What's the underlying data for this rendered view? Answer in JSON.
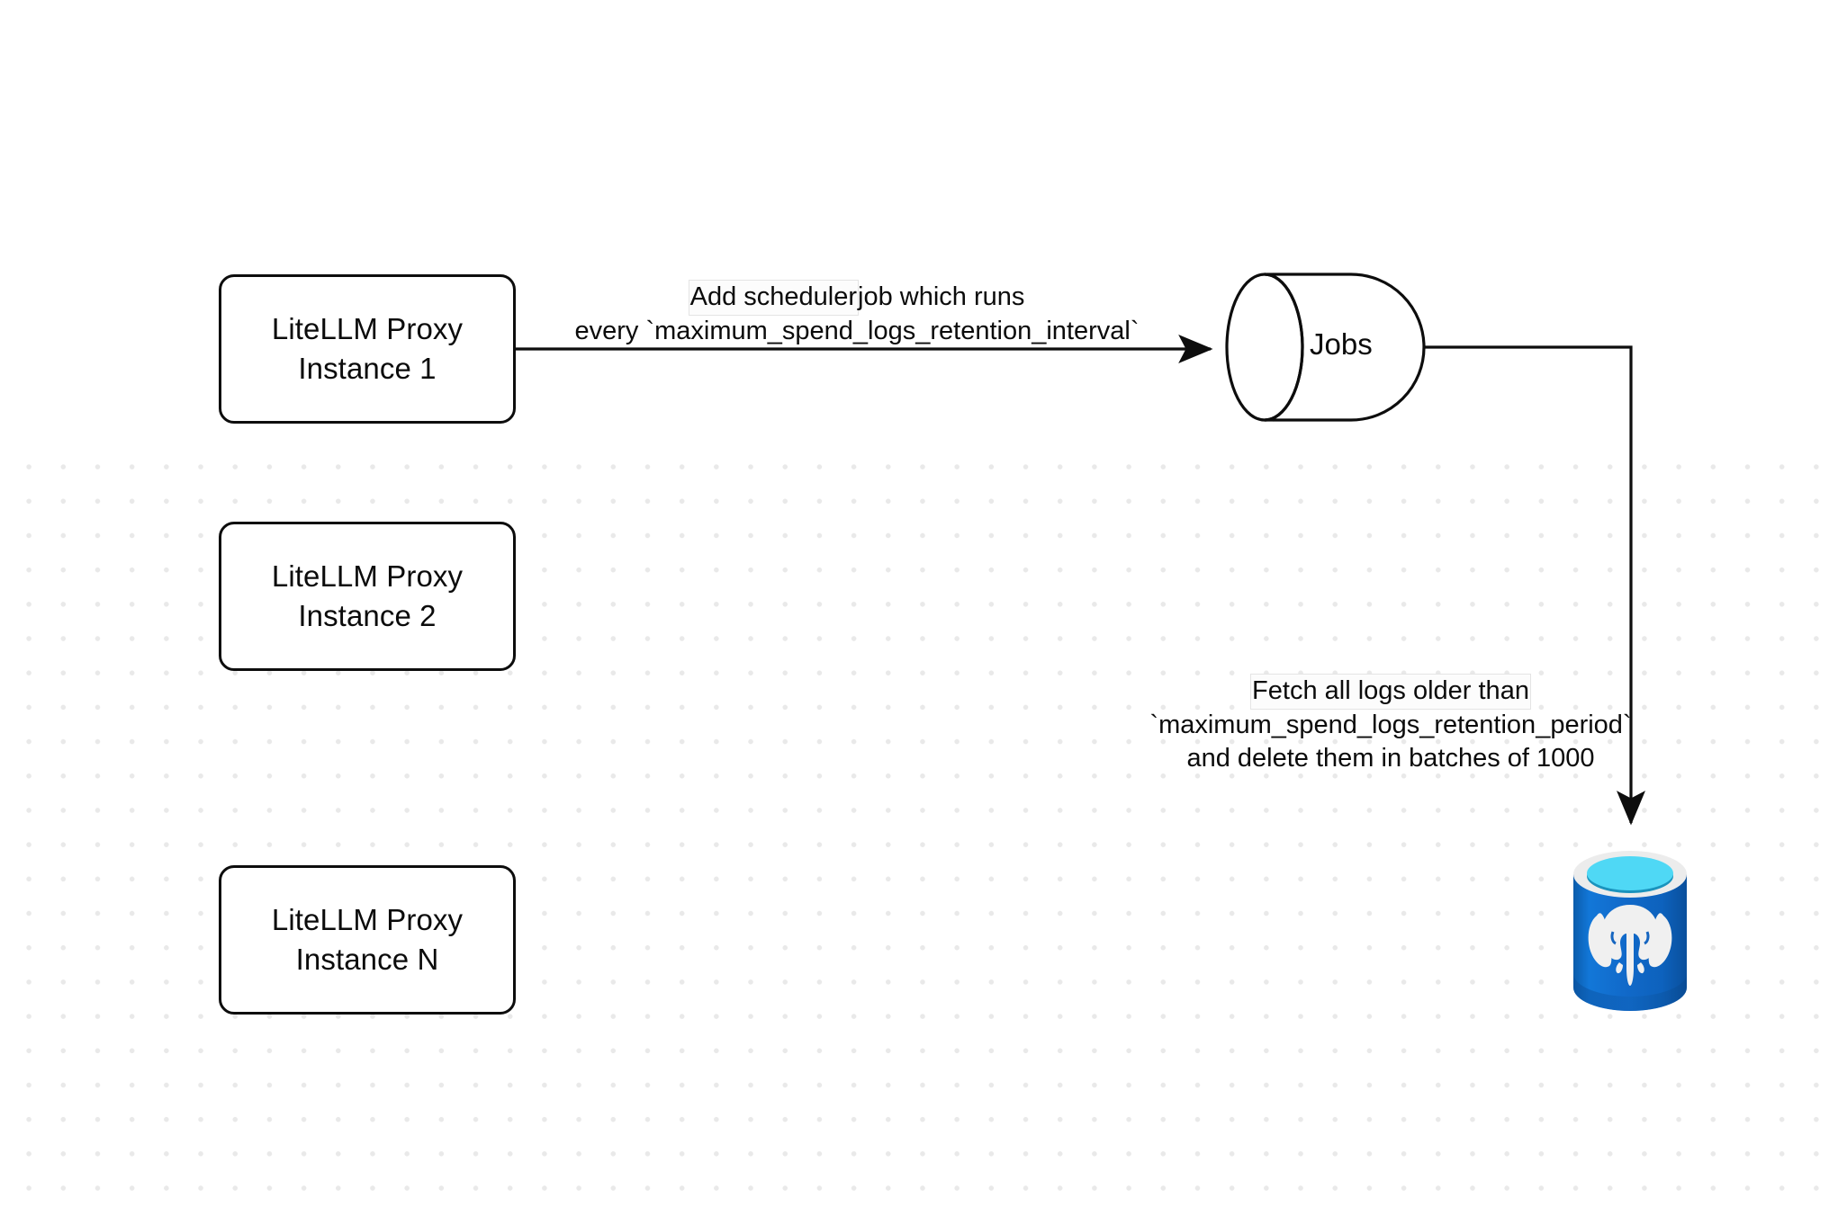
{
  "diagram": {
    "title": "LiteLLM spend logs retention scheduler flow",
    "type": "flowchart",
    "background": "#ffffff",
    "grid": "dot-grid"
  },
  "nodes": {
    "instance_1": {
      "kind": "rounded-rect",
      "line1": "LiteLLM Proxy",
      "line2": "Instance 1"
    },
    "instance_2": {
      "kind": "rounded-rect",
      "line1": "LiteLLM Proxy",
      "line2": "Instance 2"
    },
    "instance_n": {
      "kind": "rounded-rect",
      "line1": "LiteLLM Proxy",
      "line2": "Instance N"
    },
    "jobs": {
      "kind": "cylinder-horizontal",
      "label": "Jobs"
    },
    "database": {
      "kind": "postgres-database-icon",
      "icon_name": "postgresql-database-icon",
      "body_color": "#1565c0",
      "body_color_light": "#0e79d8",
      "rim_color": "#ececec",
      "liquid_color": "#4fd8f5",
      "liquid_shadow_color": "#1a93bd",
      "logo_color": "#f0f0f0"
    }
  },
  "edges": {
    "scheduler": {
      "from": "instance_1",
      "to": "jobs",
      "label_line1": "Add scheduler job which runs",
      "label_line1_highlight": "Add scheduler ",
      "label_line1_rest": "job which runs",
      "label_line2": "every `maximum_spend_logs_retention_interval`"
    },
    "retention": {
      "from": "jobs",
      "to": "database",
      "label_line1": "Fetch all logs older than",
      "label_line2": "`maximum_spend_logs_retention_period`",
      "label_line3": "and delete them in batches of 1000"
    }
  },
  "style": {
    "stroke": "#0d0d0d",
    "stroke_width": 3,
    "text_color": "#0b0b0b",
    "dot_color": "#e9e9e9"
  }
}
